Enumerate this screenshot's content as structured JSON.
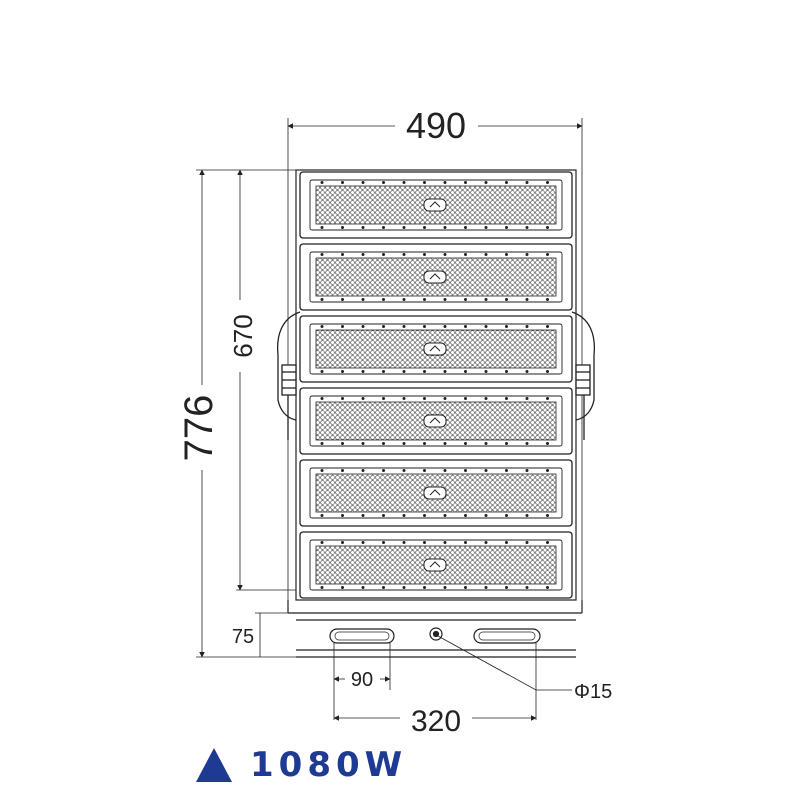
{
  "diagram": {
    "dimensions": {
      "overall_width": "490",
      "overall_height": "776",
      "module_height": "670",
      "bracket_height": "75",
      "slot_length": "90",
      "slot_span": "320",
      "hole_diameter": "Φ15"
    },
    "module_count": 6,
    "label": {
      "icon": "triangle-icon",
      "power": "1080W"
    },
    "colors": {
      "line": "#222222",
      "accent": "#1f3a93"
    }
  }
}
